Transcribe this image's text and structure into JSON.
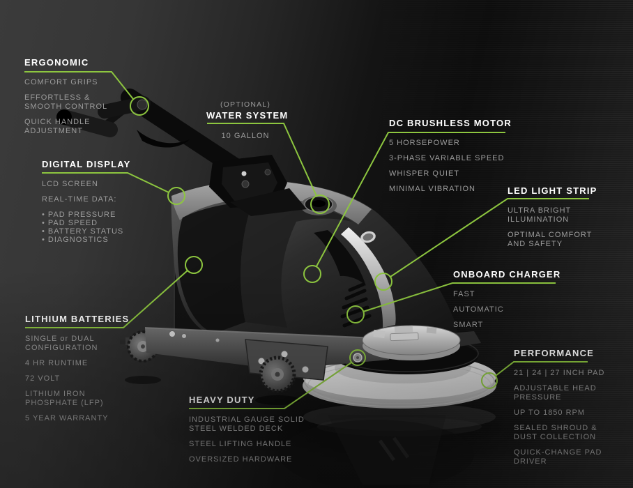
{
  "theme": {
    "accent": "#8dc63f",
    "title_color": "#ffffff",
    "body_text_color": "#9c9c9c",
    "background_dark": "#0d0d0d",
    "background_light": "#3b3b3b"
  },
  "callouts": {
    "ergonomic": {
      "title": "ERGONOMIC",
      "items": [
        "COMFORT GRIPS",
        "EFFORTLESS &\nSMOOTH CONTROL",
        "QUICK HANDLE\nADJUSTMENT"
      ]
    },
    "water_system": {
      "pretitle": "(OPTIONAL)",
      "title": "WATER SYSTEM",
      "items": [
        "10 GALLON"
      ]
    },
    "dc_brushless_motor": {
      "title": "DC BRUSHLESS MOTOR",
      "items": [
        "5 HORSEPOWER",
        "3-PHASE VARIABLE SPEED",
        "WHISPER QUIET",
        "MINIMAL VIBRATION"
      ]
    },
    "led_light_strip": {
      "title": "LED LIGHT STRIP",
      "items": [
        "ULTRA BRIGHT\nILLUMINATION",
        "OPTIMAL COMFORT\nAND SAFETY"
      ]
    },
    "digital_display": {
      "title": "DIGITAL DISPLAY",
      "items": [
        "LCD SCREEN",
        "REAL-TIME DATA:",
        "•  PAD PRESSURE\n•  PAD SPEED\n•  BATTERY STATUS\n•  DIAGNOSTICS"
      ]
    },
    "onboard_charger": {
      "title": "ONBOARD CHARGER",
      "items": [
        "FAST",
        "AUTOMATIC",
        "SMART"
      ]
    },
    "lithium_batteries": {
      "title": "LITHIUM BATTERIES",
      "items": [
        "SINGLE or DUAL\nCONFIGURATION",
        "4 HR RUNTIME",
        "72 VOLT",
        "LITHIUM IRON\nPHOSPHATE (LFP)",
        "5 YEAR WARRANTY"
      ]
    },
    "performance": {
      "title": "PERFORMANCE",
      "items": [
        "21 | 24 | 27 INCH PAD",
        "ADJUSTABLE HEAD\nPRESSURE",
        "UP TO 1850 RPM",
        "SEALED SHROUD &\nDUST COLLECTION",
        "QUICK-CHANGE PAD\nDRIVER"
      ]
    },
    "heavy_duty": {
      "title": "HEAVY DUTY",
      "items": [
        "INDUSTRIAL GAUGE SOLID\nSTEEL WELDED DECK",
        "STEEL LIFTING HANDLE",
        "OVERSIZED HARDWARE"
      ]
    }
  }
}
